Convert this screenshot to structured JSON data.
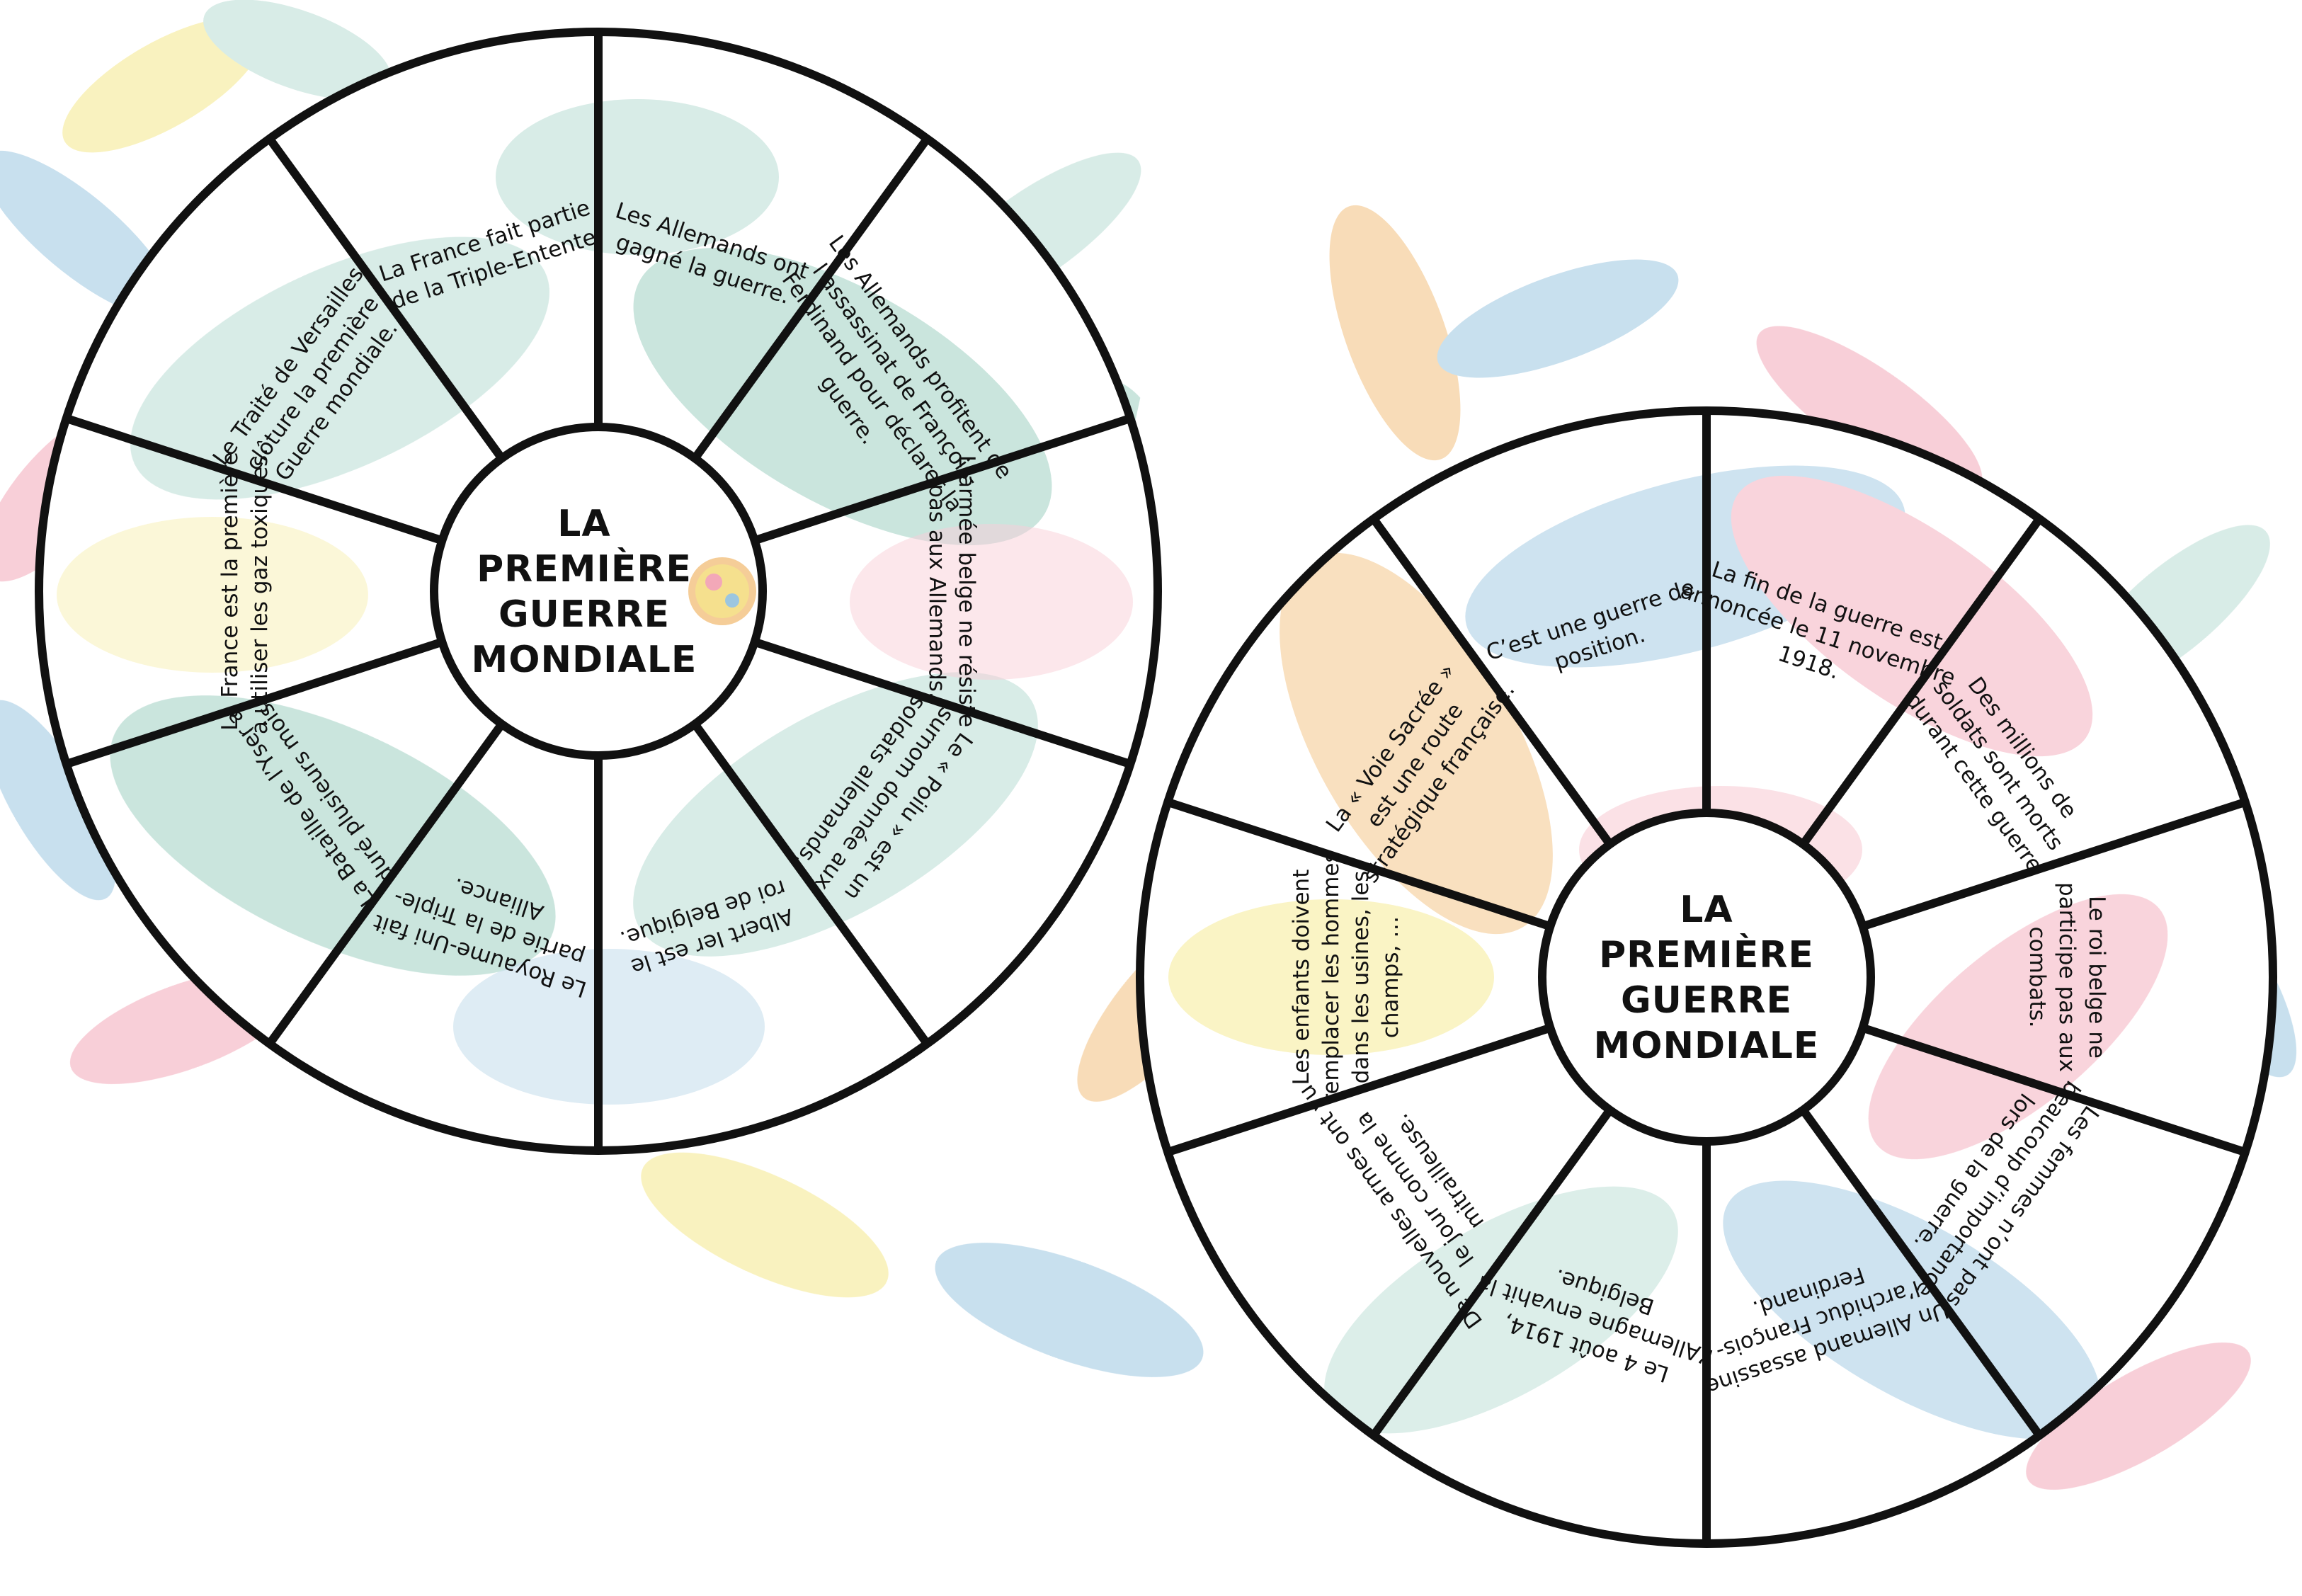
{
  "colors": {
    "line": "#111111",
    "paper": "#ffffff",
    "mint": "#b9dcd3",
    "mint_dark": "#9fcfc2",
    "yellow": "#f5e88a",
    "pink": "#f3a8b8",
    "blue": "#9cc6e0",
    "orange": "#f3c07e"
  },
  "wheels": [
    {
      "hub_title_lines": [
        "LA",
        "PREMIÈRE",
        "GUERRE",
        "MONDIALE"
      ],
      "has_logo": true,
      "logo_alt": "logo-badge",
      "segments": [
        {
          "lines": [
            "Les Allemands ont",
            "gagné la guerre."
          ]
        },
        {
          "lines": [
            "Les Allemands profitent de",
            "l’assassinat de François-",
            "Ferdinand pour déclarer la",
            "guerre."
          ]
        },
        {
          "lines": [
            "L’armée belge ne résiste",
            "pas aux Allemands."
          ]
        },
        {
          "lines": [
            "Le « Poilu » est un",
            "surnom donnée aux",
            "soldats allemands."
          ]
        },
        {
          "lines": [
            "Albert Ier est le",
            "roi de Belgique."
          ]
        },
        {
          "lines": [
            "Le Royaume-Uni fait",
            "partie de la Triple-",
            "Alliance."
          ]
        },
        {
          "lines": [
            "La Bataille de l’Yser a",
            "duré plusieurs mois."
          ]
        },
        {
          "lines": [
            "La France est la première",
            "à utiliser les gaz toxiques."
          ]
        },
        {
          "lines": [
            "Le Traité de Versailles",
            "clôture la première",
            "Guerre mondiale."
          ]
        },
        {
          "lines": [
            "La France fait partie",
            "de la Triple-Entente"
          ]
        }
      ]
    },
    {
      "hub_title_lines": [
        "LA",
        "PREMIÈRE",
        "GUERRE",
        "MONDIALE"
      ],
      "has_logo": false,
      "segments": [
        {
          "lines": [
            "La fin de la guerre est",
            "annoncée le 11 novembre",
            "1918."
          ]
        },
        {
          "lines": [
            "Des millions de",
            "soldats sont morts",
            "durant cette guerre"
          ]
        },
        {
          "lines": [
            "Le roi belge ne",
            "participe pas aux",
            "combats."
          ]
        },
        {
          "lines": [
            "Les femmes n’ont pas",
            "beaucoup d’importance",
            "lors de la guerre."
          ]
        },
        {
          "lines": [
            "Un Allemand assassine",
            "l’archiduc François-",
            "Ferdinand."
          ]
        },
        {
          "lines": [
            "Le 4 août 1914,",
            "l’Allemagne envahit la",
            "Belgique."
          ]
        },
        {
          "lines": [
            "De nouvelles armes ont vu",
            "le jour comme la",
            "mitrailleuse."
          ]
        },
        {
          "lines": [
            "Les enfants doivent",
            "remplacer les hommes",
            "dans les usines, les",
            "champs, …"
          ]
        },
        {
          "lines": [
            "La « Voie Sacrée »",
            "est une route",
            "stratégique française."
          ]
        },
        {
          "lines": [
            "C’est une guerre de",
            "position."
          ]
        }
      ]
    }
  ]
}
